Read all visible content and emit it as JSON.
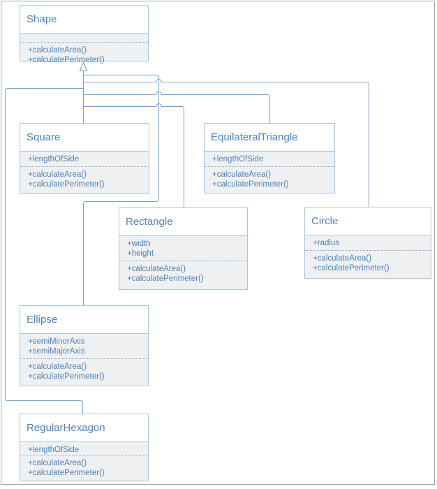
{
  "diagram": {
    "kind": "uml-class-diagram",
    "arrow_type": "hollow-triangle-generalization"
  },
  "classes": [
    {
      "name": "Shape",
      "attributes": [],
      "methods": [
        "+calculateArea()",
        "+calculatePerimeter()"
      ]
    },
    {
      "name": "Square",
      "attributes": [
        "+lengthOfSide"
      ],
      "methods": [
        "+calculateArea()",
        "+calculatePerimeter()"
      ]
    },
    {
      "name": "EquilateralTriangle",
      "attributes": [
        "+lengthOfSide"
      ],
      "methods": [
        "+calculateArea()",
        "+calculatePerimeter()"
      ]
    },
    {
      "name": "Rectangle",
      "attributes": [
        "+width",
        "+height"
      ],
      "methods": [
        "+calculateArea()",
        "+calculatePerimeter()"
      ]
    },
    {
      "name": "Circle",
      "attributes": [
        "+radius"
      ],
      "methods": [
        "+calculateArea()",
        "+calculatePerimeter()"
      ]
    },
    {
      "name": "Ellipse",
      "attributes": [
        "+semiMinorAxis",
        "+semiMajorAxis"
      ],
      "methods": [
        "+calculateArea()",
        "+calculatePerimeter()"
      ]
    },
    {
      "name": "RegularHexagon",
      "attributes": [
        "+lengthOfSide"
      ],
      "methods": [
        "+calculateArea()",
        "+calculatePerimeter()"
      ]
    }
  ],
  "relationships": [
    {
      "from": "Square",
      "to": "Shape",
      "type": "inheritance"
    },
    {
      "from": "EquilateralTriangle",
      "to": "Shape",
      "type": "inheritance"
    },
    {
      "from": "Rectangle",
      "to": "Shape",
      "type": "inheritance"
    },
    {
      "from": "Circle",
      "to": "Shape",
      "type": "inheritance"
    },
    {
      "from": "Ellipse",
      "to": "Shape",
      "type": "inheritance"
    },
    {
      "from": "RegularHexagon",
      "to": "Shape",
      "type": "inheritance"
    }
  ],
  "colors": {
    "box_border": "#a9c5dc",
    "text": "#4f83b6",
    "body_fill": "#eff0f2",
    "dotted_divider": "#84a9cc",
    "connector": "#79a2c6",
    "page_frame": "#a6a6a6"
  }
}
